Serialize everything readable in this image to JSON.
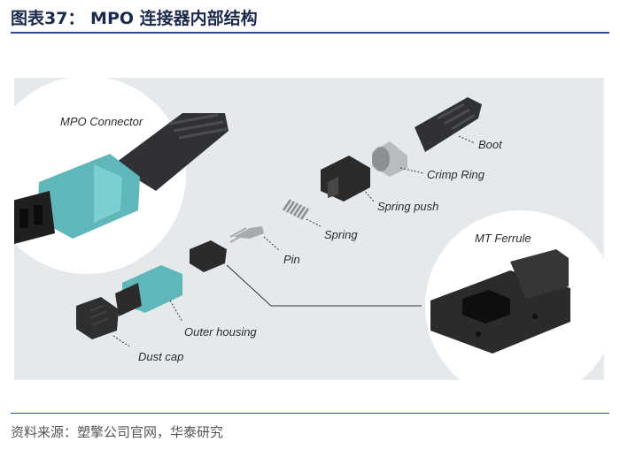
{
  "header": {
    "title": "图表37：  MPO 连接器内部结构"
  },
  "figure": {
    "labels": {
      "mpo_connector": "MPO Connector",
      "boot": "Boot",
      "crimp_ring": "Crimp Ring",
      "spring_push": "Spring push",
      "spring": "Spring",
      "pin": "Pin",
      "mt_ferrule": "MT Ferrule",
      "outer_housing": "Outer housing",
      "dust_cap": "Dust cap"
    },
    "colors": {
      "aqua": "#5fb7b9",
      "dark": "#2b2b2b",
      "background": "#e6e9ec"
    }
  },
  "footer": {
    "source": "资料来源：塑擎公司官网，华泰研究"
  }
}
